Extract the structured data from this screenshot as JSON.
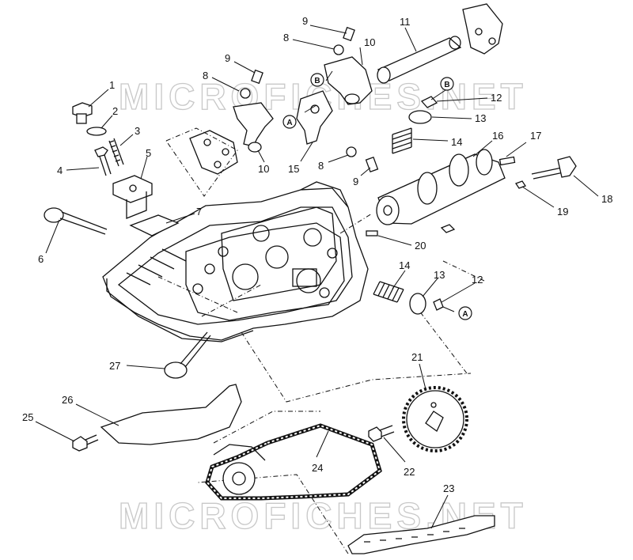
{
  "watermark": {
    "text": "MICROFICHES.NET"
  },
  "reference_marks": {
    "a": "A",
    "b": "B"
  },
  "callouts": {
    "c1": "1",
    "c2": "2",
    "c3": "3",
    "c4": "4",
    "c5": "5",
    "c6": "6",
    "c7": "7",
    "c8a": "8",
    "c8b": "8",
    "c8c": "8",
    "c9a": "9",
    "c9b": "9",
    "c9c": "9",
    "c10a": "10",
    "c10b": "10",
    "c11": "11",
    "c12a": "12",
    "c12b": "12",
    "c13a": "13",
    "c13b": "13",
    "c14a": "14",
    "c14b": "14",
    "c15": "15",
    "c16": "16",
    "c17": "17",
    "c18": "18",
    "c19": "19",
    "c20": "20",
    "c21": "21",
    "c22": "22",
    "c23": "23",
    "c24": "24",
    "c25": "25",
    "c26": "26",
    "c27": "27"
  }
}
